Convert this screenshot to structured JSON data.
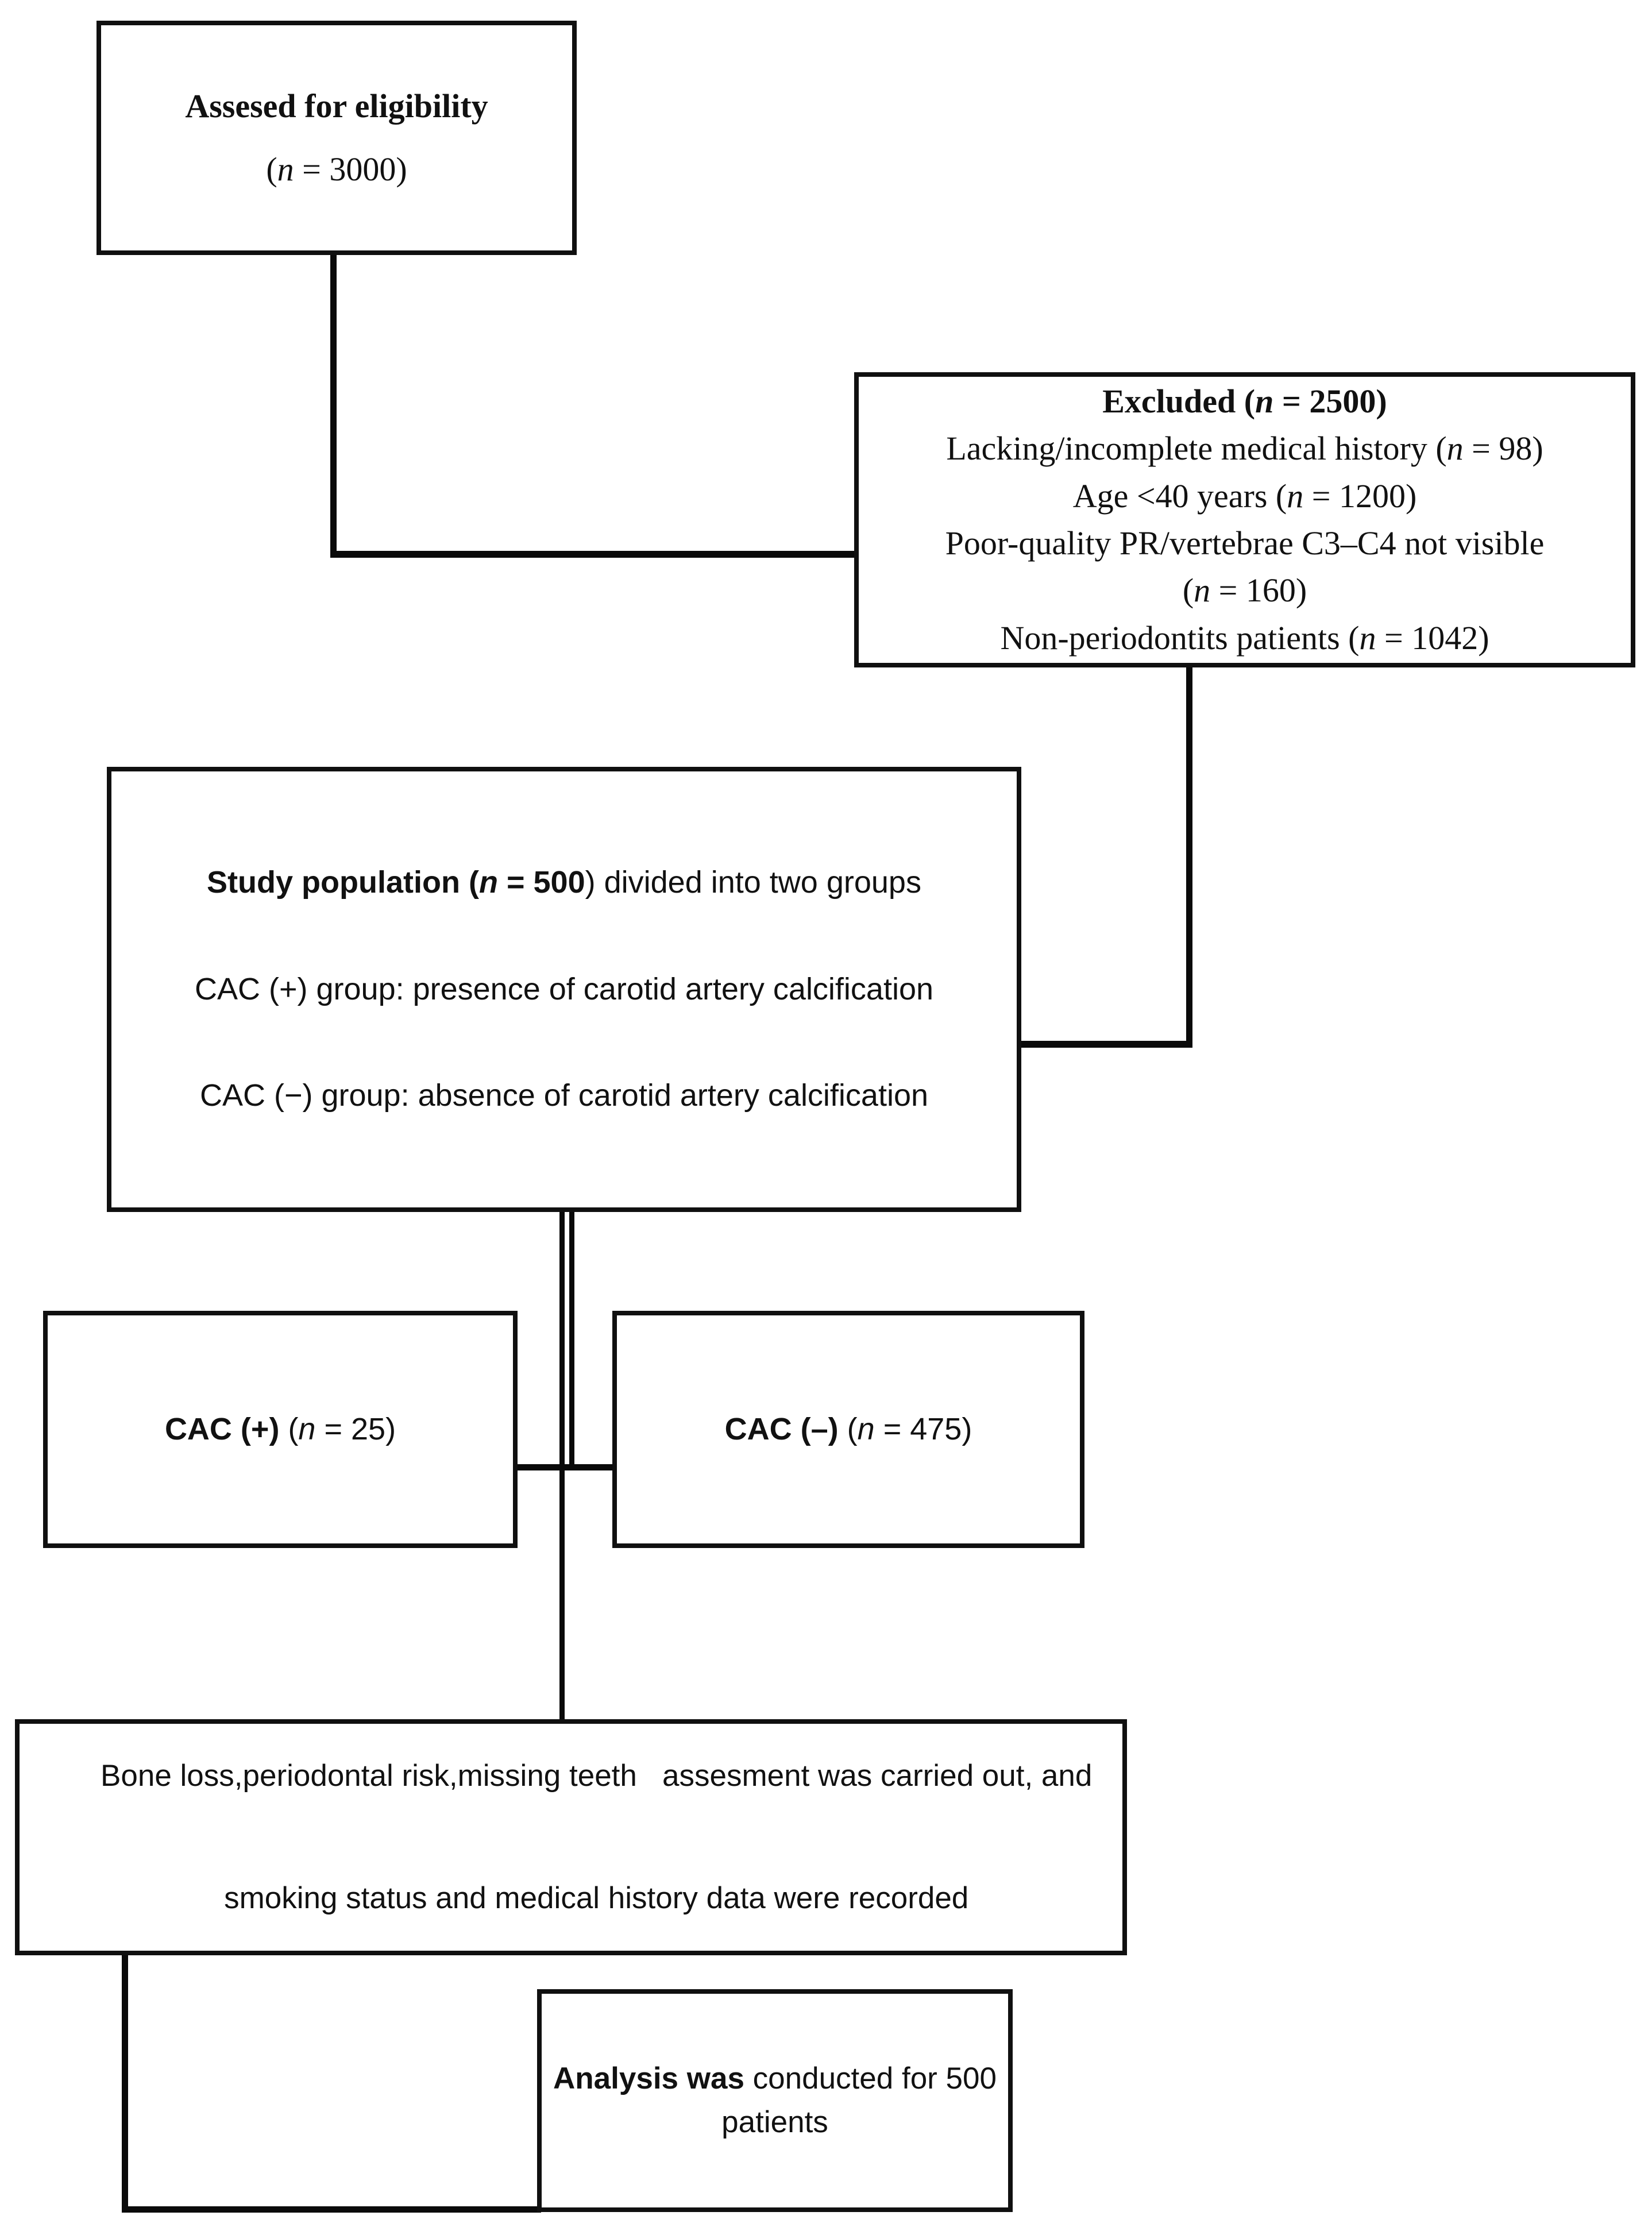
{
  "figure": {
    "background": "#ffffff",
    "line_color": "#0a0a0a",
    "border_color": "#101010",
    "text_color": "#111111"
  },
  "boxes": {
    "assessed": {
      "title": "Assesed for eligibility",
      "count_pre": "(",
      "count_n": "n",
      "count_post": " = 3000)"
    },
    "excluded": {
      "title_pre": "Excluded (",
      "title_n": "n",
      "title_post": " = 2500)",
      "items": [
        {
          "pre": "Lacking/incomplete medical history (",
          "n": "n",
          "post": " = 98)"
        },
        {
          "pre": "Age <40 years (",
          "n": "n",
          "post": " = 1200)"
        },
        {
          "pre": "Poor-quality PR/vertebrae C3–C4 not visible",
          "n": "",
          "post": ""
        },
        {
          "pre": "(",
          "n": "n",
          "post": " = 160)"
        },
        {
          "pre": "Non-periodontits patients (",
          "n": "n",
          "post": " = 1042)"
        }
      ]
    },
    "study": {
      "title_bold_pre": "Study population (",
      "title_bold_n": "n",
      "title_bold_post": " = 500",
      "title_regular": ") divided into two groups",
      "line_cac_positive": "CAC (+) group: presence of carotid artery calcification",
      "line_cac_negative": "CAC (−) group: absence of carotid artery calcification"
    },
    "cac_positive": {
      "label_bold": "CAC (+) ",
      "count_pre": "(",
      "count_n": "n",
      "count_post": " = 25)"
    },
    "cac_negative": {
      "label_bold": "CAC (–) ",
      "count_pre": "(",
      "count_n": "n",
      "count_post": " = 475)"
    },
    "assessment": {
      "line1": "Bone loss,periodontal risk,missing teeth   assesment was carried out, and",
      "line2": "smoking status and medical history data were recorded"
    },
    "analysis": {
      "lead_bold": "Analysis was ",
      "line1_rest": "conducted for 500",
      "line2": "patients"
    }
  }
}
